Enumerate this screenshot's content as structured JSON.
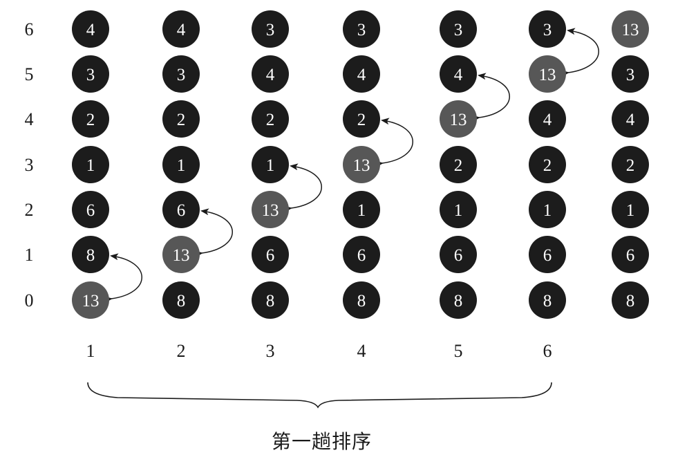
{
  "row_labels": [
    "6",
    "5",
    "4",
    "3",
    "2",
    "1",
    "0"
  ],
  "step_labels": [
    "1",
    "2",
    "3",
    "4",
    "5",
    "6"
  ],
  "caption": "第一趟排序",
  "colors": {
    "ball_dark": "#1c1c1c",
    "ball_highlight": "#575757",
    "ball_text": "#ffffff",
    "line": "#1a1a1a"
  },
  "columns": [
    {
      "values_bottom_to_top": [
        "13",
        "8",
        "6",
        "1",
        "2",
        "3",
        "4"
      ],
      "highlight_index": 0,
      "swap": [
        0,
        1
      ]
    },
    {
      "values_bottom_to_top": [
        "8",
        "13",
        "6",
        "1",
        "2",
        "3",
        "4"
      ],
      "highlight_index": 1,
      "swap": [
        1,
        2
      ]
    },
    {
      "values_bottom_to_top": [
        "8",
        "6",
        "13",
        "1",
        "2",
        "4",
        "3"
      ],
      "highlight_index": 2,
      "swap": [
        2,
        3
      ]
    },
    {
      "values_bottom_to_top": [
        "8",
        "6",
        "1",
        "13",
        "2",
        "4",
        "3"
      ],
      "highlight_index": 3,
      "swap": [
        3,
        4
      ]
    },
    {
      "values_bottom_to_top": [
        "8",
        "6",
        "1",
        "2",
        "13",
        "4",
        "3"
      ],
      "highlight_index": 4,
      "swap": [
        4,
        5
      ]
    },
    {
      "values_bottom_to_top": [
        "8",
        "6",
        "1",
        "2",
        "4",
        "13",
        "3"
      ],
      "highlight_index": 5,
      "swap": [
        5,
        6
      ]
    },
    {
      "values_bottom_to_top": [
        "8",
        "6",
        "1",
        "2",
        "4",
        "3",
        "13"
      ],
      "highlight_index": 6,
      "swap": null
    }
  ]
}
